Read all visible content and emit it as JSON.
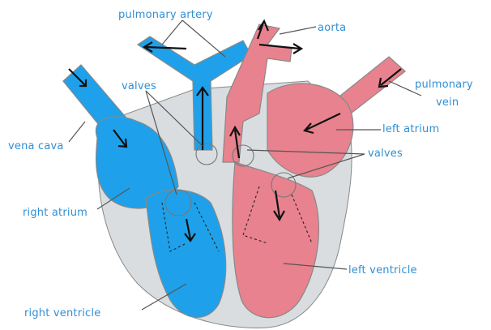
{
  "colors": {
    "deoxygenated": "#1ea1ea",
    "deoxygenated_dark": "#0f7fcf",
    "oxygenated": "#e8828e",
    "oxygenated_dark": "#c9606e",
    "tissue": "#d9dde0",
    "label": "#2f8fd6"
  },
  "labels": {
    "pulmonary_artery": "pulmonary artery",
    "aorta": "aorta",
    "pulmonary_vein_line1": "pulmonary",
    "pulmonary_vein_line2": "vein",
    "valves_left": "valves",
    "left_atrium": "left atrium",
    "valves_right": "valves",
    "vena_cava": "vena cava",
    "right_atrium": "right atrium",
    "left_ventricle": "left ventricle",
    "right_ventricle": "right ventricle"
  },
  "icons": [
    "flow-arrow-icon",
    "valve-icon"
  ]
}
